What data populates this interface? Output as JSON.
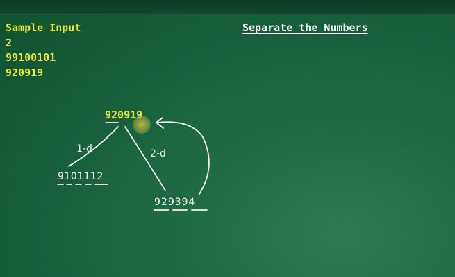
{
  "header": {
    "title": "Separate the Numbers"
  },
  "sample": {
    "label": "Sample Input",
    "lines": [
      "2",
      "99100101",
      "920919"
    ]
  },
  "whiteboard": {
    "main_number": "920919",
    "left_label": "1-d",
    "right_label": "2-d",
    "left_split": "9101112",
    "right_split": "929394"
  },
  "colors": {
    "board": "#1f6a45",
    "highlight": "#e8e63a",
    "chalk": "#f4f4ee",
    "title": "#ffffff"
  },
  "icons": {
    "cursor": "cursor-highlight-icon"
  }
}
